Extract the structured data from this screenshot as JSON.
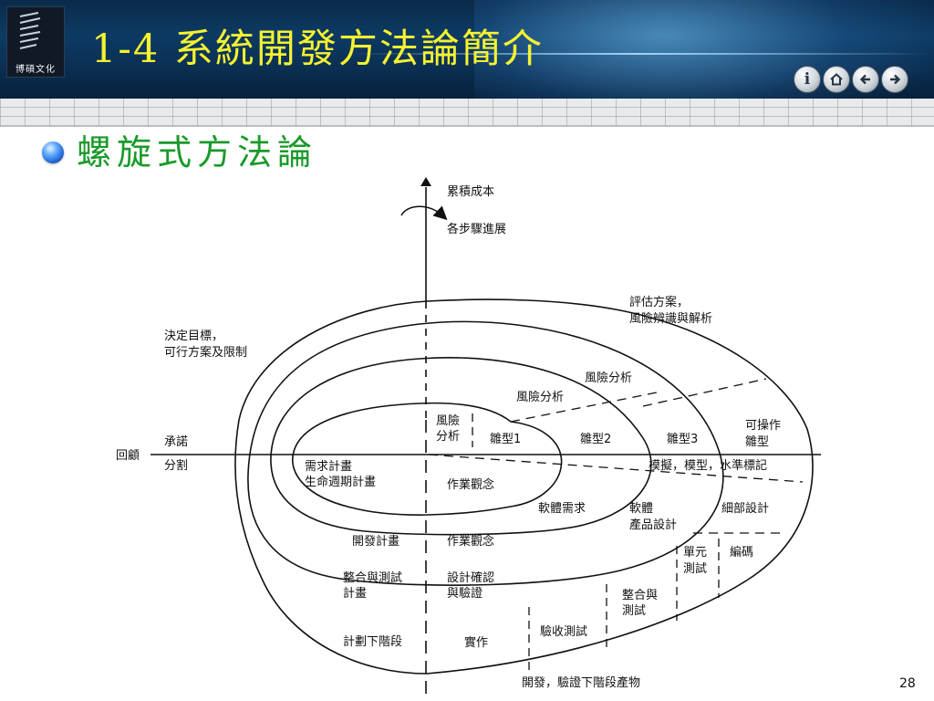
{
  "header": {
    "logo_text": "博碩文化",
    "title": "1-4  系統開發方法論簡介",
    "nav": {
      "info_icon": "info-icon",
      "home_icon": "home-icon",
      "back_icon": "arrow-left-icon",
      "forward_icon": "arrow-right-icon"
    }
  },
  "content": {
    "heading": "螺旋式方法論"
  },
  "diagram": {
    "y_axis_label": "累積成本",
    "progress_label": "各步驟進展",
    "left_axis_label": "回顧",
    "commit_label": "承諾",
    "partition_label": "分割",
    "objectives_line1": "決定目標，",
    "objectives_line2": "可行方案及限制",
    "evaluate_line1": "評估方案，",
    "evaluate_line2": "風險辨識與解析",
    "risk_analysis_outer": "風險分析",
    "risk_analysis_mid": "風險分析",
    "risk_inner_line1": "風險",
    "risk_inner_line2": "分析",
    "prototype1": "雛型1",
    "prototype2": "雛型2",
    "prototype3": "雛型3",
    "operational_line1": "可操作",
    "operational_line2": "雛型",
    "simulation": "模擬，模型，水準標記",
    "req_plan_line1": "需求計畫",
    "req_plan_line2": "生命週期計畫",
    "concept_inner": "作業觀念",
    "software_req": "軟體需求",
    "product_design_line1": "軟體",
    "product_design_line2": "產品設計",
    "detailed_design": "細部設計",
    "dev_plan": "開發計畫",
    "concept_mid": "作業觀念",
    "unit_test_line1": "單元",
    "unit_test_line2": "測試",
    "code": "編碼",
    "integration_plan_line1": "整合與測試",
    "integration_plan_line2": "計畫",
    "design_verif_line1": "設計確認",
    "design_verif_line2": "與驗證",
    "integration_test_line1": "整合與",
    "integration_test_line2": "測試",
    "acceptance_test": "驗收測試",
    "next_phase_plan": "計劃下階段",
    "implementation": "實作",
    "bottom_label": "開發，驗證下階段產物"
  },
  "footer": {
    "page_number": "28"
  },
  "colors": {
    "header_bg": "#0d3a63",
    "title": "#f5f230",
    "heading": "#1a9a2a",
    "bullet": "#1858c8"
  }
}
